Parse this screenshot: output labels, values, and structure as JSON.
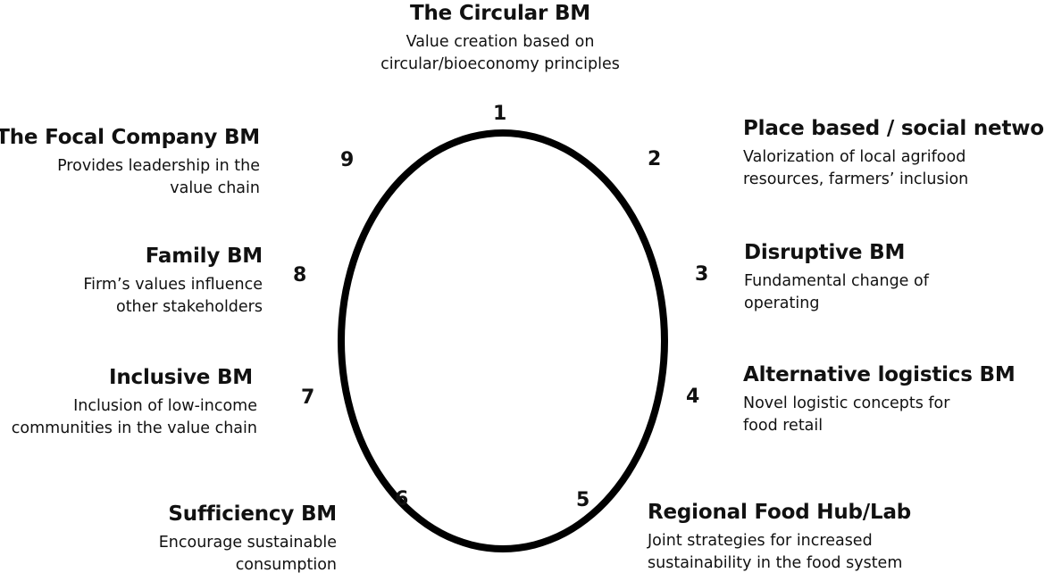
{
  "models": [
    {
      "number": "1",
      "title": "The Circular BM",
      "desc": [
        "Value creation based on",
        "circular/bioeconomy principles"
      ]
    },
    {
      "number": "2",
      "title": "Place based / social network",
      "desc": [
        "Valorization of local agrifood",
        "resources, farmers’ inclusion"
      ]
    },
    {
      "number": "3",
      "title": "Disruptive BM",
      "desc": [
        "Fundamental change of",
        "operating"
      ]
    },
    {
      "number": "4",
      "title": "Alternative logistics BM",
      "desc": [
        "Novel logistic concepts for",
        "food retail"
      ]
    },
    {
      "number": "5",
      "title": "Regional Food Hub/Lab",
      "desc": [
        "Joint strategies for increased",
        "sustainability in the food system"
      ]
    },
    {
      "number": "6",
      "title": "Sufficiency BM",
      "desc": [
        "Encourage sustainable",
        "consumption"
      ]
    },
    {
      "number": "7",
      "title": "Inclusive BM",
      "desc": [
        "Inclusion of low-income",
        "communities in the value chain"
      ]
    },
    {
      "number": "8",
      "title": "Family BM",
      "desc": [
        "Firm’s values influence",
        "other stakeholders"
      ]
    },
    {
      "number": "9",
      "title": "The Focal Company BM",
      "desc": [
        "Provides leadership in the",
        "value chain"
      ]
    }
  ]
}
